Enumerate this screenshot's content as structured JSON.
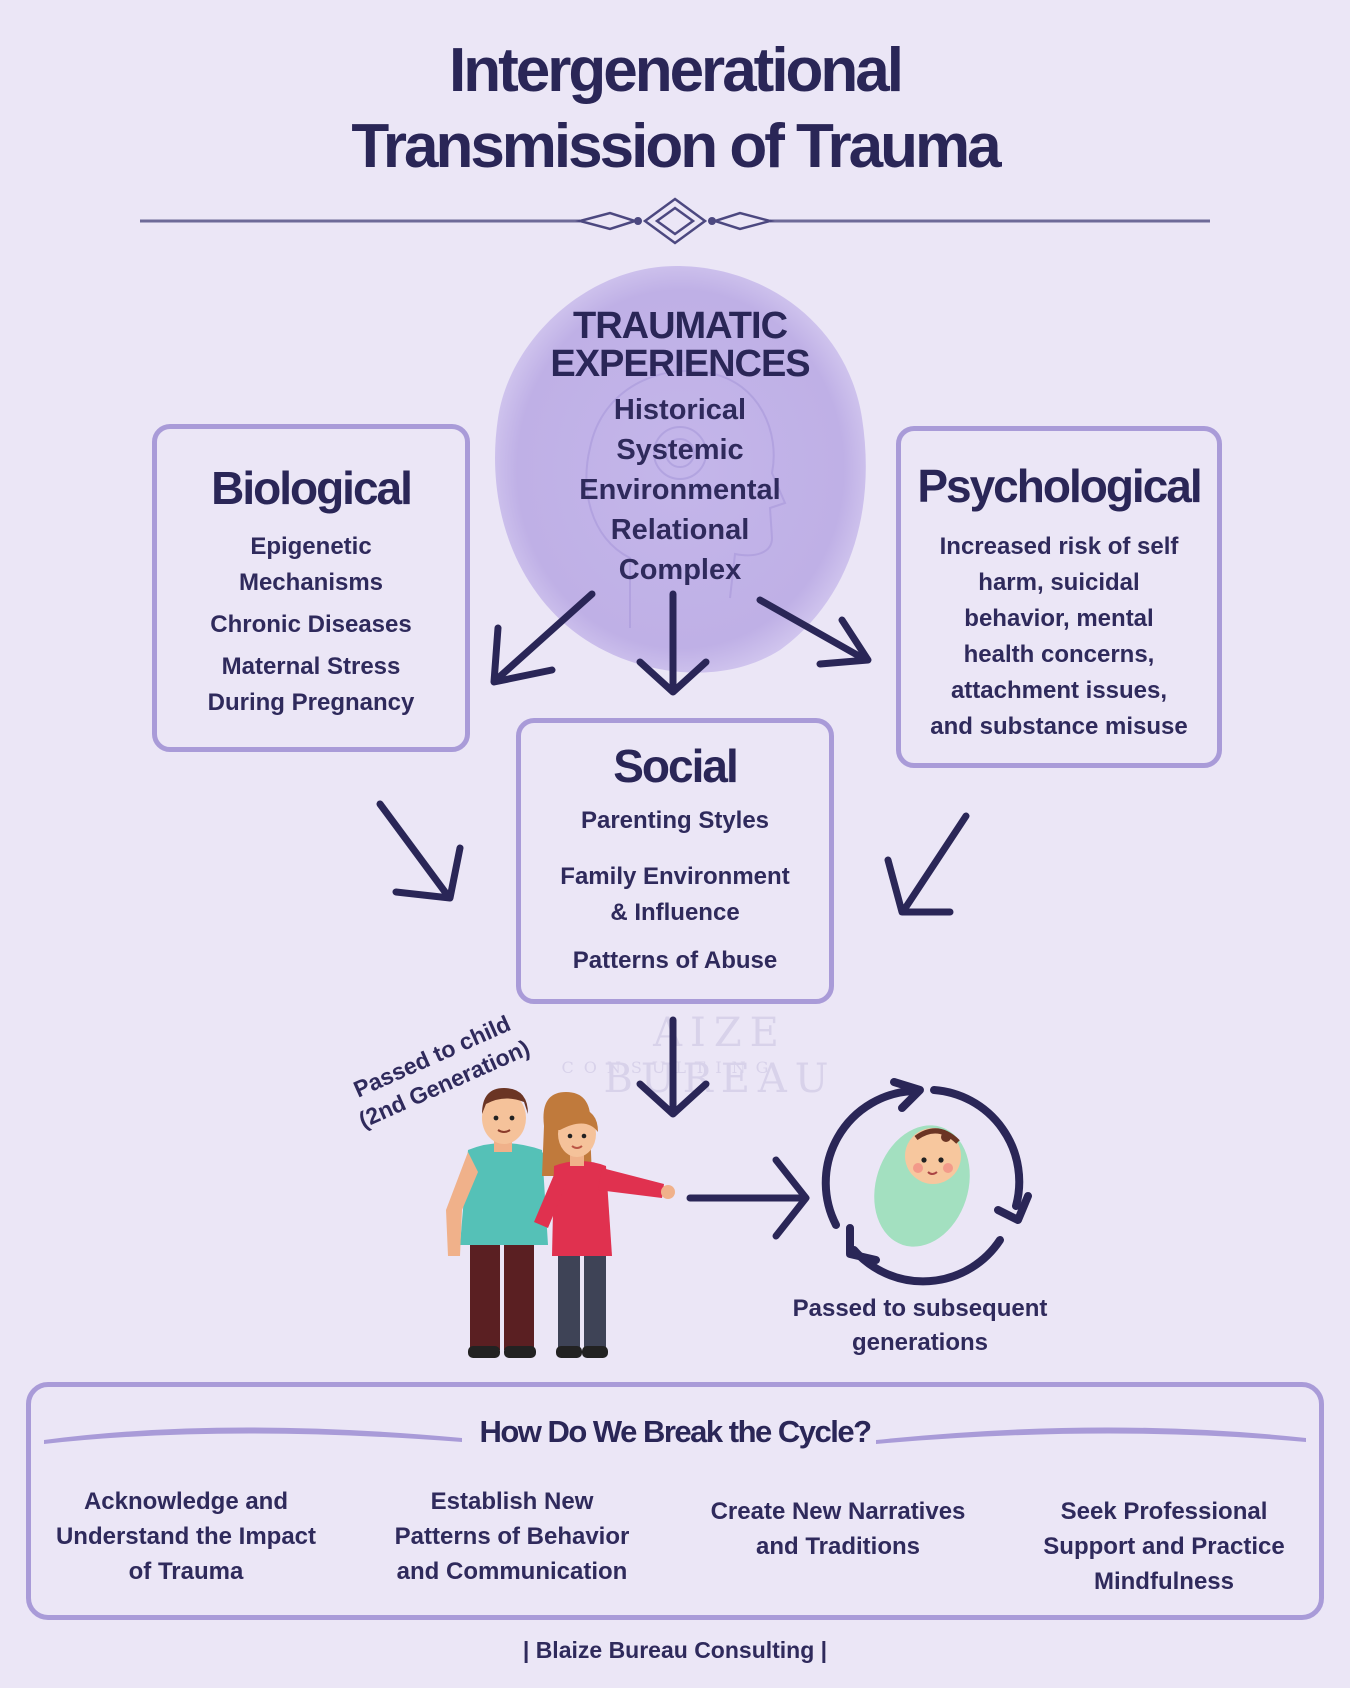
{
  "title": {
    "line1": "Intergenerational",
    "line2": "Transmission of Trauma"
  },
  "center": {
    "heading_line1": "TRAUMATIC",
    "heading_line2": "EXPERIENCES",
    "items": [
      "Historical",
      "Systemic",
      "Environmental",
      "Relational",
      "Complex"
    ]
  },
  "biological": {
    "title": "Biological",
    "items": [
      "Epigenetic",
      "Mechanisms",
      "Chronic Diseases",
      "Maternal Stress",
      "During Pregnancy"
    ]
  },
  "psychological": {
    "title": "Psychological",
    "lines": [
      "Increased risk of self",
      "harm, suicidal",
      "behavior, mental",
      "health concerns,",
      "attachment issues,",
      "and substance misuse"
    ]
  },
  "social": {
    "title": "Social",
    "items": [
      "Parenting Styles",
      "Family Environment",
      "& Influence",
      "Patterns of Abuse"
    ]
  },
  "watermark": {
    "line1": "AIZE BUREAU",
    "line2": "CONSULTING"
  },
  "passed_child": {
    "line1": "Passed to child",
    "line2": "(2nd Generation)"
  },
  "passed_subsequent": {
    "line1": "Passed to subsequent",
    "line2": "generations"
  },
  "break_cycle": {
    "title": "How Do We Break the Cycle?",
    "strategies": [
      [
        "Acknowledge and",
        "Understand the Impact",
        "of Trauma"
      ],
      [
        "Establish New",
        "Patterns of Behavior",
        "and Communication"
      ],
      [
        "Create New Narratives",
        "and Traditions"
      ],
      [
        "Seek Professional",
        "Support and Practice",
        "Mindfulness"
      ]
    ]
  },
  "footer": "| Blaize Bureau Consulting |",
  "colors": {
    "background": "#ebe6f6",
    "navy": "#2a2657",
    "box_border": "#a99bd8",
    "blob": "#c2b4e6"
  }
}
